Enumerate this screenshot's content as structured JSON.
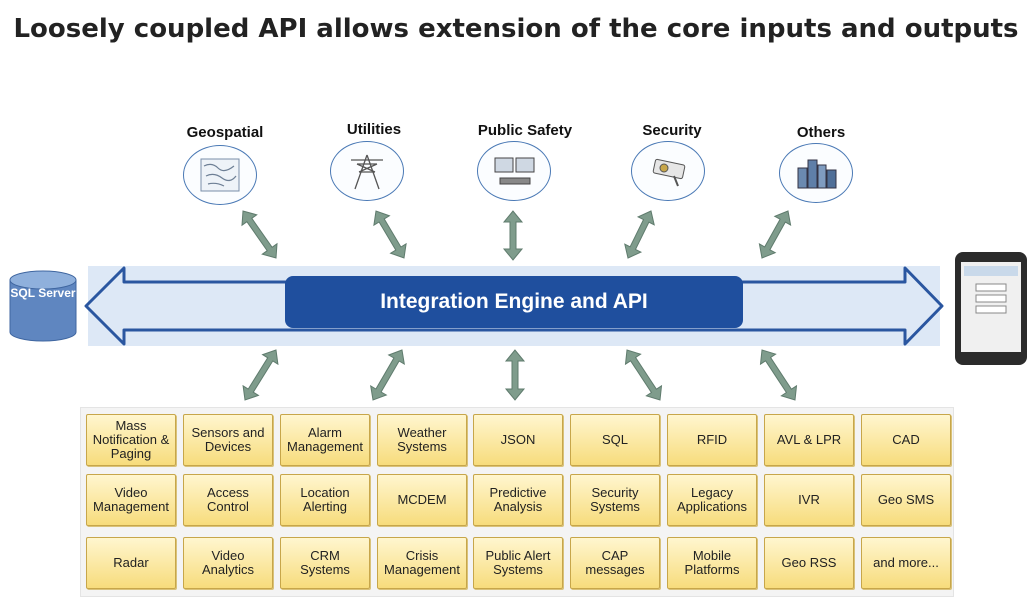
{
  "title": "Loosely coupled API allows extension of the core inputs and outputs",
  "categories": [
    {
      "label": "Geospatial",
      "icon": "map-icon"
    },
    {
      "label": "Utilities",
      "icon": "power-tower-icon"
    },
    {
      "label": "Public Safety",
      "icon": "monitors-icon"
    },
    {
      "label": "Security",
      "icon": "camera-icon"
    },
    {
      "label": "Others",
      "icon": "city-icon"
    }
  ],
  "engine_label": "Integration Engine and API",
  "sql_server_label": "SQL Server",
  "mobile_buttons": [
    "",
    "",
    ""
  ],
  "grid": [
    [
      "Mass\nNotification &\nPaging",
      "Sensors and\nDevices",
      "Alarm\nManagement",
      "Weather\nSystems",
      "JSON",
      "SQL",
      "RFID",
      "AVL & LPR",
      "CAD"
    ],
    [
      "Video\nManagement",
      "Access\nControl",
      "Location\nAlerting",
      "MCDEM",
      "Predictive\nAnalysis",
      "Security\nSystems",
      "Legacy\nApplications",
      "IVR",
      "Geo SMS"
    ],
    [
      "Radar",
      "Video\nAnalytics",
      "CRM\nSystems",
      "Crisis\nManagement",
      "Public Alert\nSystems",
      "CAP\nmessages",
      "Mobile\nPlatforms",
      "Geo RSS",
      "and more..."
    ]
  ],
  "colors": {
    "engine": "#1f4f9e",
    "band": "#dde8f6",
    "cell": "#f7dc7c",
    "arrow": "#7f9c8c",
    "outline": "#2a56a0"
  }
}
